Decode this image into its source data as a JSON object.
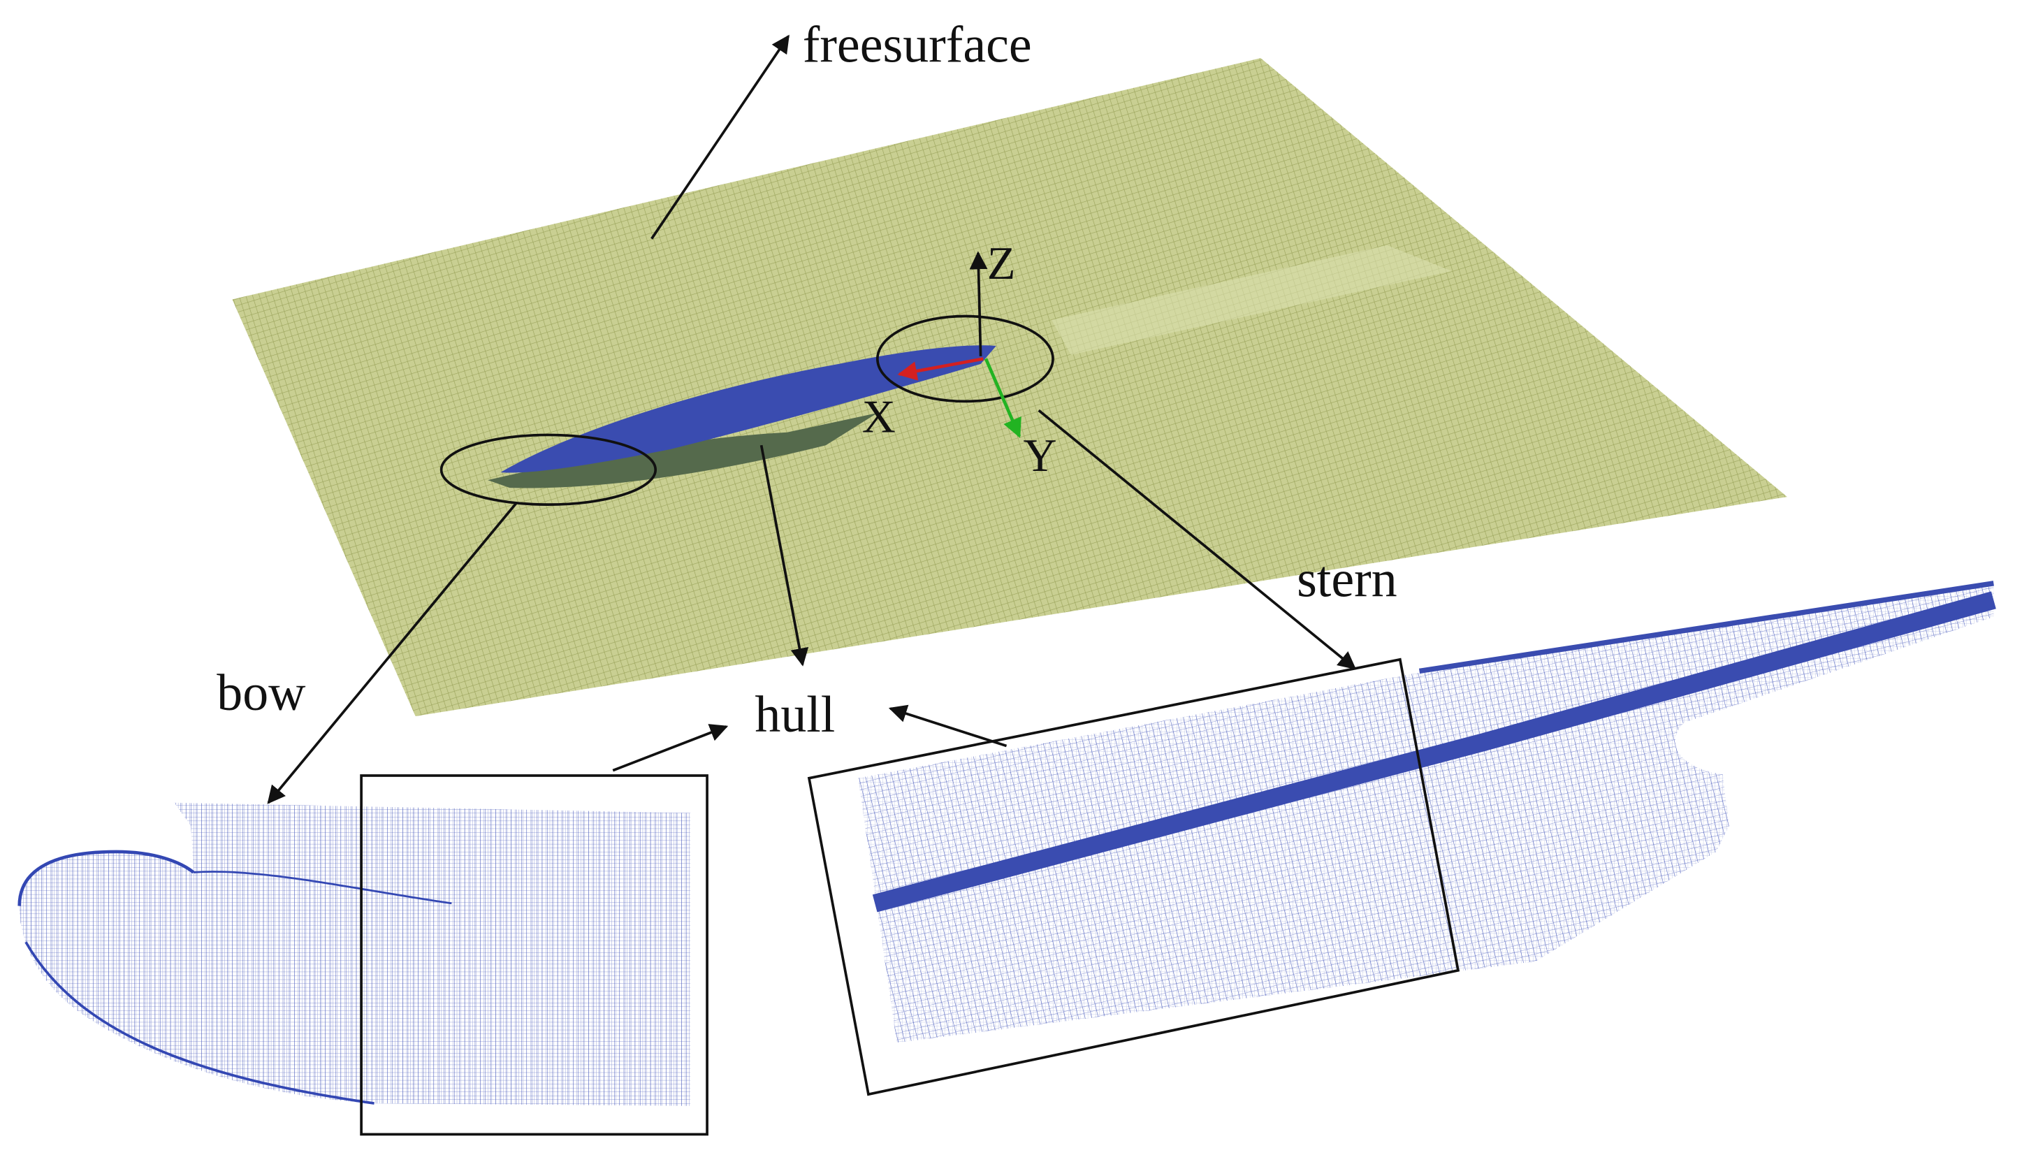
{
  "labels": {
    "freesurface": "freesurface",
    "bow": "bow",
    "hull": "hull",
    "stern": "stern",
    "axis_x": "X",
    "axis_y": "Y",
    "axis_z": "Z"
  },
  "colors": {
    "freesurface_fill": "#c9cf92",
    "freesurface_grid": "#8a9448",
    "hull_fill": "#3a4cb0",
    "hull_shadow": "#556a4c",
    "mesh_line": "#3347b3",
    "axis_x": "#d42020",
    "axis_y": "#22b322",
    "axis_z": "#111111",
    "annotation": "#111111"
  }
}
